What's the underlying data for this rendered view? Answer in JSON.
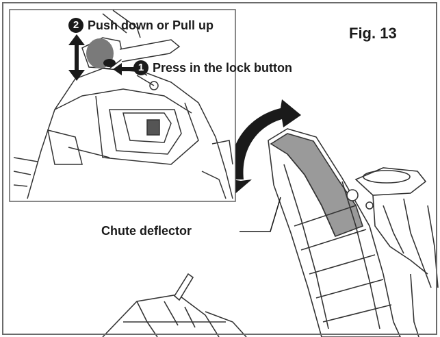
{
  "figure": {
    "label": "Fig. 13"
  },
  "callouts": {
    "step2": {
      "number": "2",
      "text": "Push down or Pull up"
    },
    "step1": {
      "number": "1",
      "text": "Press in the lock button"
    },
    "chute": {
      "text": "Chute deflector"
    }
  },
  "colors": {
    "ink": "#1a1a1a",
    "shade": "#9a9a9a",
    "outline": "#6a6a6a"
  }
}
